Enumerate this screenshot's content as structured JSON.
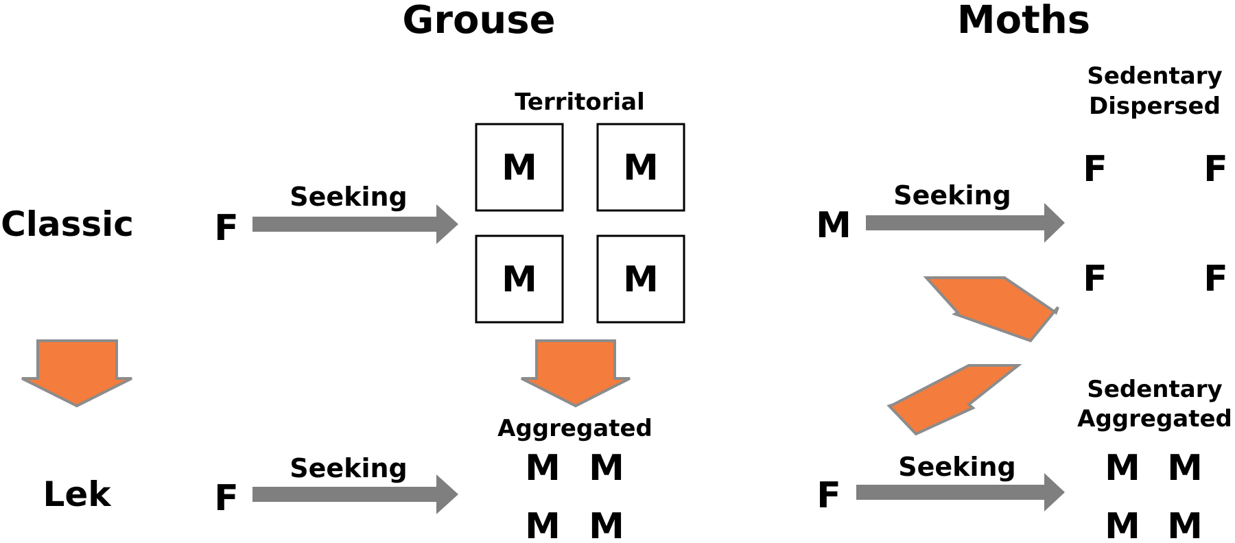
{
  "headers": {
    "grouse": "Grouse",
    "moths": "Moths"
  },
  "rows": {
    "classic": "Classic",
    "lek": "Lek"
  },
  "grouse": {
    "classic_seeker": "F",
    "classic_seeking": "Seeking",
    "territorial_label": "Territorial",
    "territorial_males": [
      "M",
      "M",
      "M",
      "M"
    ],
    "aggregated_label": "Aggregated",
    "lek_seeker": "F",
    "lek_seeking": "Seeking",
    "aggregated_males": [
      "M",
      "M",
      "M",
      "M"
    ]
  },
  "moths": {
    "classic_seeker": "M",
    "classic_seeking": "Seeking",
    "dispersed_label_line1": "Sedentary",
    "dispersed_label_line2": "Dispersed",
    "dispersed_females": [
      "F",
      "F",
      "F",
      "F"
    ],
    "aggregated_label_line1": "Sedentary",
    "aggregated_label_line2": "Aggregated",
    "lek_seeker": "F",
    "lek_seeking": "Seeking",
    "aggregated_males": [
      "M",
      "M",
      "M",
      "M"
    ]
  },
  "colors": {
    "orange_arrow": "#f47c3c",
    "gray_arrow": "#7f7f7f",
    "arrow_outline": "#8c8c8c"
  }
}
